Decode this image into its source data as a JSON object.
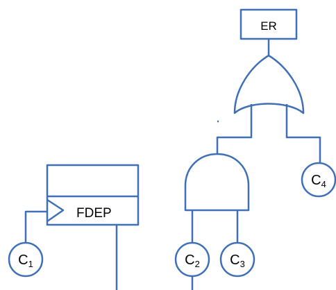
{
  "colors": {
    "stroke": "#3f6fb5",
    "text": "#000000",
    "background": "#ffffff"
  },
  "diagram": {
    "top_event": {
      "label": "ER"
    },
    "or_gate": {
      "type": "OR"
    },
    "and_gate": {
      "type": "AND"
    },
    "fdep_gate": {
      "label": "FDEP"
    },
    "components": {
      "c1": {
        "base": "C",
        "sub": "1"
      },
      "c2": {
        "base": "C",
        "sub": "2"
      },
      "c3": {
        "base": "C",
        "sub": "3"
      },
      "c4": {
        "base": "C",
        "sub": "4"
      }
    }
  }
}
